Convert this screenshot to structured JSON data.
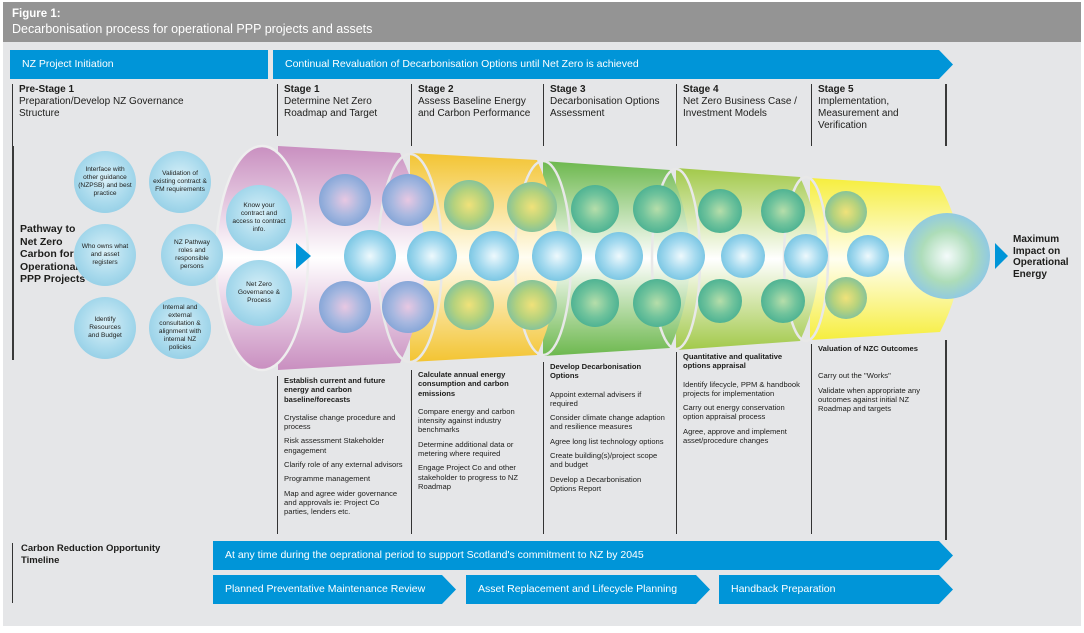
{
  "figure": {
    "label": "Figure 1:",
    "title": "Decarbonisation process for operational PPP projects and assets"
  },
  "banners": {
    "initiation": "NZ Project Initiation",
    "revaluation": "Continual Revaluation of Decarbonisation Options until Net Zero is achieved"
  },
  "stages": [
    {
      "num": "Pre-Stage 1",
      "name": "Preparation/Develop NZ Governance Structure"
    },
    {
      "num": "Stage 1",
      "name": "Determine Net Zero Roadmap and Target"
    },
    {
      "num": "Stage 2",
      "name": "Assess Baseline Energy and Carbon Performance"
    },
    {
      "num": "Stage 3",
      "name": "Decarbonisation Options Assessment"
    },
    {
      "num": "Stage 4",
      "name": "Net Zero Business Case / Investment Models"
    },
    {
      "num": "Stage 5",
      "name": "Implementation, Measurement and Verification"
    }
  ],
  "pathway": {
    "label": "Pathway to Net Zero Carbon for Operational PPP Projects",
    "bubbles": [
      "Interface with other guidance (NZPSB) and best practice",
      "Validation of existing contract & FM requirements",
      "Who owns what and asset registers",
      "NZ Pathway roles and responsible persons",
      "Identify Resources and Budget",
      "Internal and external consultation & alignment with internal NZ policies"
    ],
    "stage1_bubbles": [
      "Know your contract and access to contract info.",
      "Net Zero Governance & Process"
    ]
  },
  "tube_colors": {
    "stage1": "#c98fc0",
    "stage2": "#f3c432",
    "stage3": "#6db84e",
    "stage4": "#a2c94a",
    "stage5": "#f6ee3e",
    "accent": "#0095d8"
  },
  "outcome": {
    "label": "Maximum Impact on Operational Energy"
  },
  "notes": [
    {
      "head": "Establish current and future energy and carbon baseline/forecasts",
      "items": [
        "Crystalise change procedure and process",
        "Risk assessment Stakeholder engagement",
        "Clarify role of any external advisors",
        "Programme management",
        "Map and agree wider governance and approvals ie: Project Co parties, lenders etc."
      ]
    },
    {
      "head": "Calculate annual energy consumption and carbon emissions",
      "items": [
        "Compare energy and carbon intensity against industry benchmarks",
        "Determine additional data or metering where required",
        "Engage Project Co and other stakeholder to progress to NZ Roadmap"
      ]
    },
    {
      "head": "Develop Decarbonisation Options",
      "items": [
        "Appoint external advisers if required",
        "Consider climate change adaption and resilience measures",
        "Agree long list technology options",
        "Create building(s)/project scope and budget",
        "Develop a Decarbonisation Options Report"
      ]
    },
    {
      "head": "Quantitative and qualitative options appraisal",
      "items": [
        "Identify lifecycle, PPM & handbook projects for implementation",
        "Carry out energy conservation option appraisal process",
        "Agree, approve and implement asset/procedure changes"
      ]
    },
    {
      "head": "Valuation of NZC Outcomes",
      "items": [
        "Carry out the \"Works\"",
        "Validate when appropriate any outcomes against initial NZ Roadmap and targets"
      ]
    }
  ],
  "timeline": {
    "label": "Carbon Reduction Opportunity Timeline",
    "anytime": "At any time during the oeprational period to support Scotland's commitment to NZ by 2045",
    "steps": [
      "Planned Preventative Maintenance Review",
      "Asset Replacement and Lifecycle Planning",
      "Handback Preparation"
    ]
  }
}
